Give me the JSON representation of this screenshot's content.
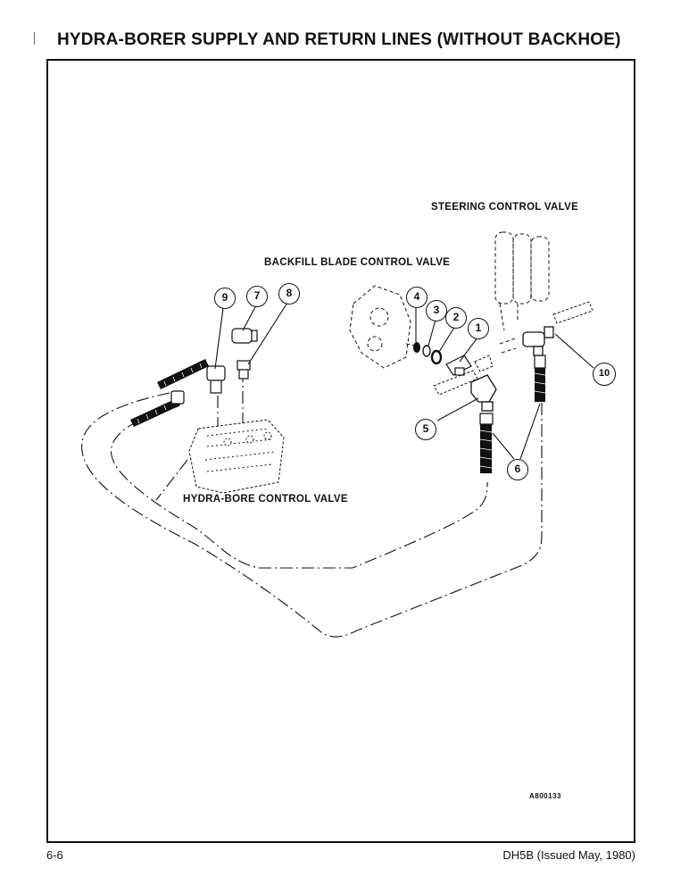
{
  "page": {
    "title": "HYDRA-BORER SUPPLY AND RETURN LINES (WITHOUT BACKHOE)",
    "page_number": "6-6",
    "footer_doc": "DH5B (Issued May, 1980)"
  },
  "figure": {
    "code": "A800133",
    "labels": {
      "steering_valve": "STEERING CONTROL VALVE",
      "backfill_valve": "BACKFILL BLADE CONTROL VALVE",
      "hydra_bore_valve": "HYDRA-BORE CONTROL VALVE"
    },
    "callouts": [
      "1",
      "2",
      "3",
      "4",
      "5",
      "6",
      "7",
      "8",
      "9",
      "10"
    ]
  }
}
